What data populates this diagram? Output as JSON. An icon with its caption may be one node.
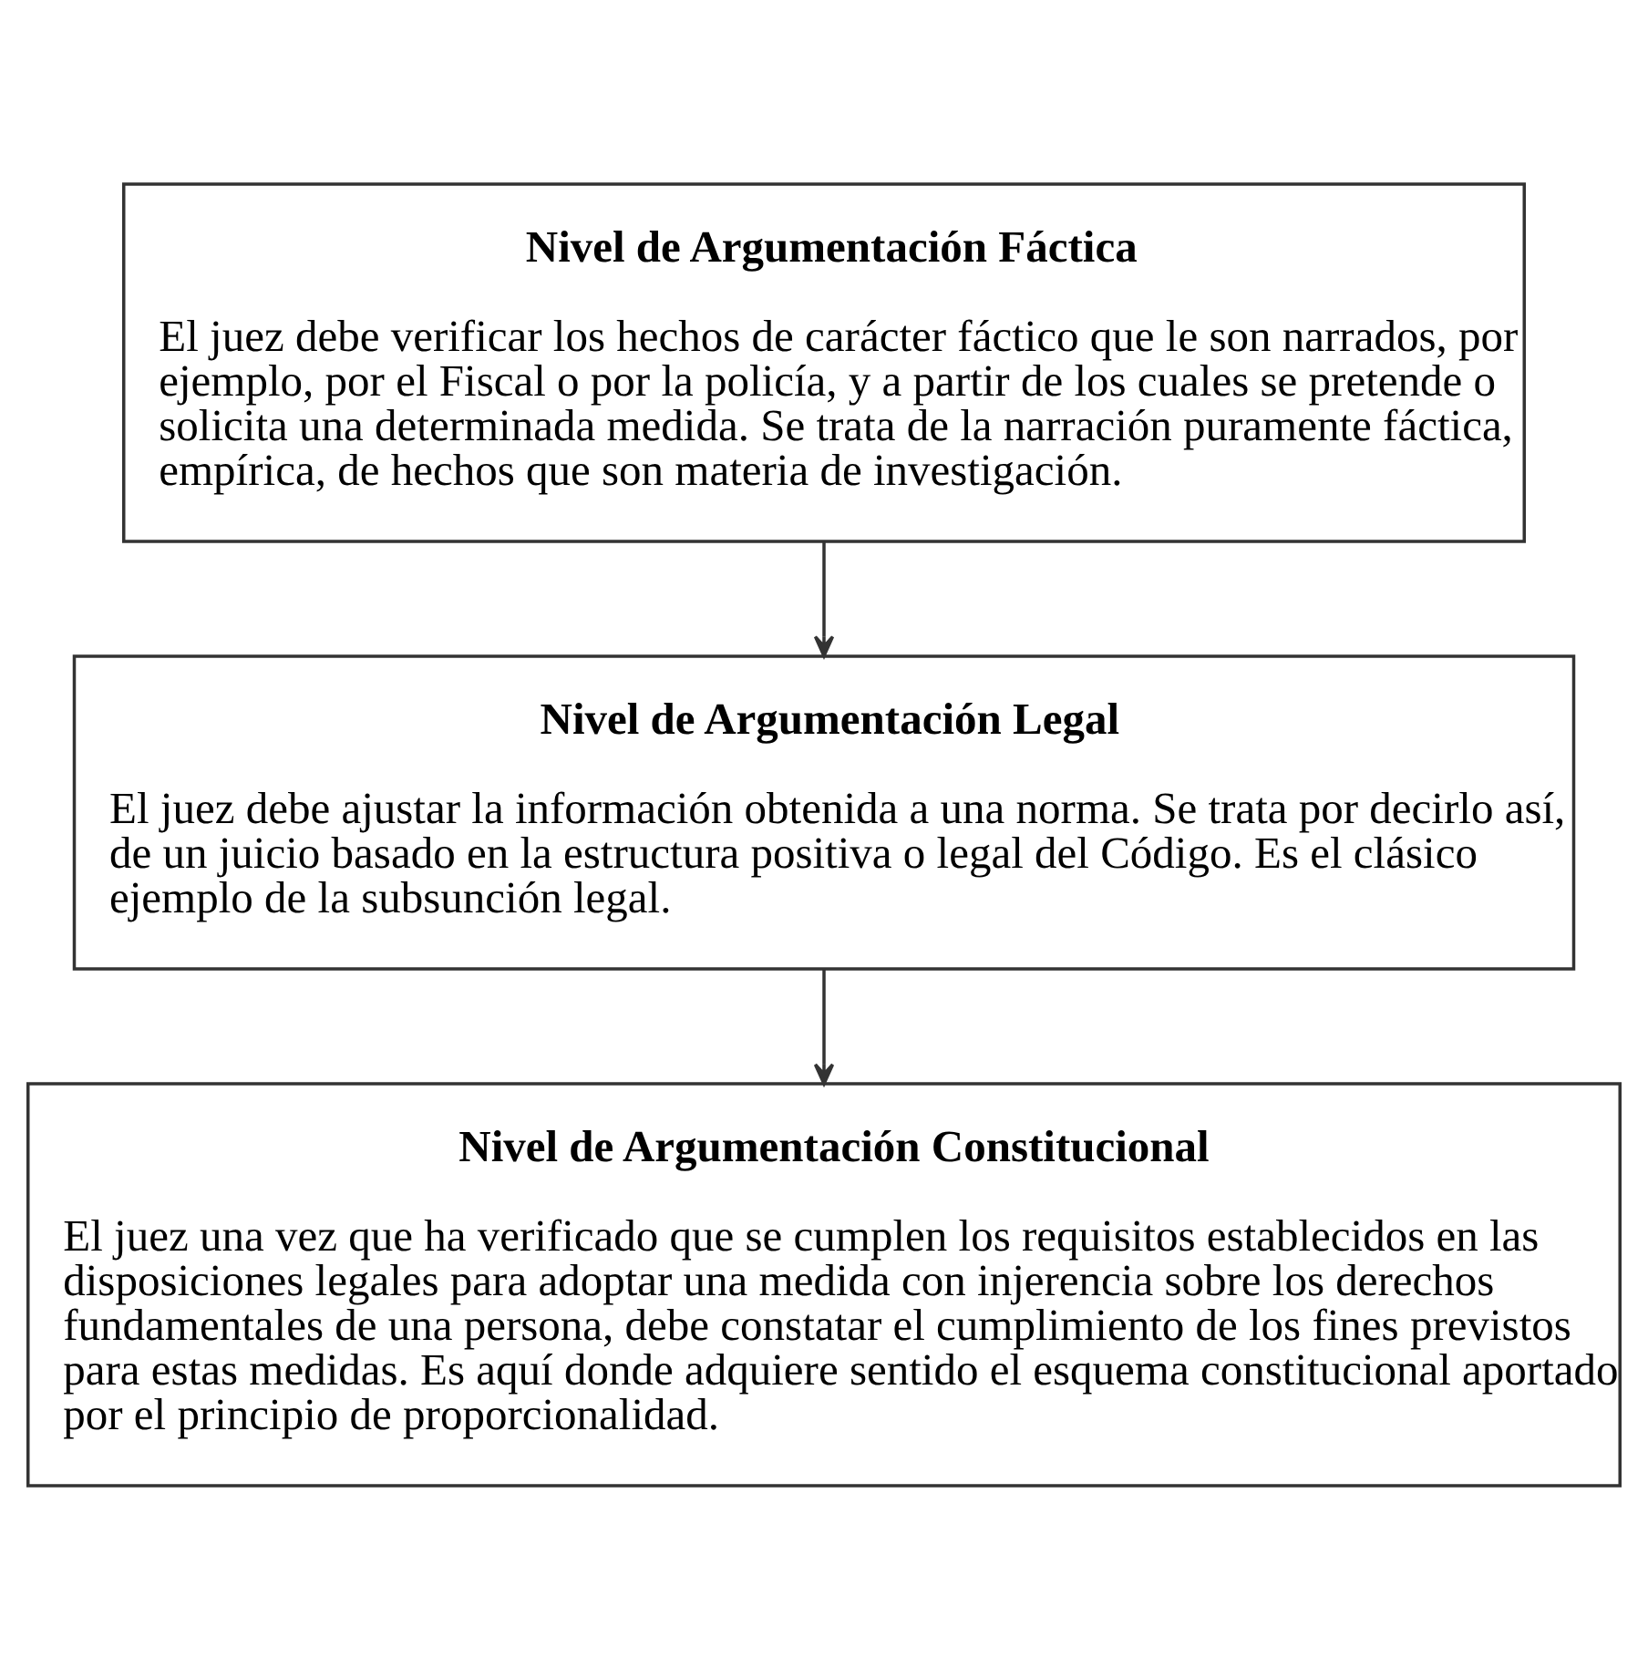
{
  "diagram": {
    "nodes": [
      {
        "text": [
          "Nivel de Argumentación Fáctica",
          "El juez debe verificar los hechos de carácter fáctico que le son narrados, por ejemplo, por el Fiscal o por la policía, y a partir de los cuales se pretende o solicita una determinada medida. Se trata de la narración puramente fáctica, empírica, de hechos que son materia de investigación."
        ]
      },
      {
        "text": [
          "Nivel de Argumentación Legal",
          "El juez debe ajustar la información obtenida a una norma. Se trata por decirlo así, de un juicio basado en la estructura positiva o legal del Código. Es el clásico ejemplo de la subsunción legal."
        ]
      },
      {
        "text": [
          "Nivel de Argumentación Constitucional",
          "El juez una vez que ha verificado que se cumplen los requisitos establecidos en las disposiciones legales para adoptar una medida con injerencia sobre los derechos fundamentales de una persona, debe constatar el cumplimiento de los fines previstos para estas medidas. Es aquí donde adquiere sentido el esquema constitucional aportado por el principio de proporcionalidad."
        ]
      }
    ],
    "edges": [
      {
        "from": 0,
        "to": 1,
        "arrow": "to"
      },
      {
        "from": 1,
        "to": 2,
        "arrow": "to"
      }
    ]
  }
}
